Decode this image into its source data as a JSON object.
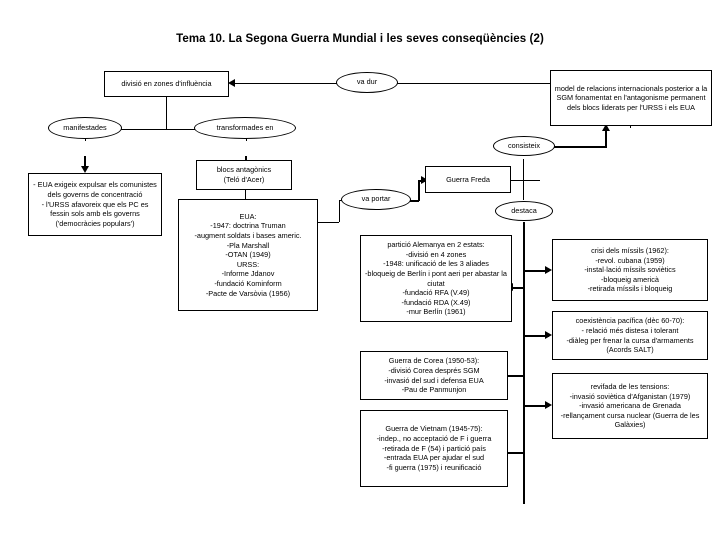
{
  "page": {
    "title": "Tema 10. La Segona Guerra Mundial i les seves conseqüències (2)",
    "background_color": "#ffffff",
    "line_color": "#000000"
  },
  "nodes": {
    "divisio_influencia": "divisió en zones d'influència",
    "manifestades": "manifestades",
    "transformades_en": "transformades en",
    "manifestacions_box": "- EUA exigeix expulsar els comunistes dels governs de concentració\n- l'URSS afavoreix que els PC es fessin sols amb els governs ('democràcies populars')",
    "blocs_antagonics": "blocs antagònics\n(Teló d'Acer)",
    "eua_urss_box": "EUA:\n-1947: doctrina Truman\n-augment soldats i bases americ.\n-Pla Marshall\n-OTAN (1949)\nURSS:\n-Informe Jdanov\n-fundació Kominform\n-Pacte de Varsòvia (1956)",
    "va_dur": "va dur",
    "va_portar": "va portar",
    "guerra_freda": "Guerra Freda",
    "consisteix": "consisteix",
    "destaca": "destaca",
    "model_relacions": "model de relacions internacionals posterior a la SGM fonamentat en l'antagonisme permanent dels blocs liderats per l'URSS i els EUA",
    "particio_alemanya": "partició Alemanya en 2 estats:\n-divisió en 4 zones\n-1948: unificació de les 3 aliades\n-bloqueig de Berlín i pont aeri per abastar la ciutat\n-fundació RFA (V.49)\n-fundació RDA (X.49)\n-mur Berlín (1961)",
    "guerra_corea": "Guerra de Corea (1950-53):\n-divisió Corea després SGM\n-invasió del sud i defensa EUA\n-Pau de Panmunjon",
    "guerra_vietnam": "Guerra de Vietnam (1945-75):\n-indep., no acceptació de F i guerra\n-retirada de F (54) i partició país\n-entrada EUA per ajudar el sud\n-fi guerra (1975) i reunificació",
    "crisi_missils": "crisi dels míssils (1962):\n-revol. cubana (1959)\n-instal·lació míssils soviètics\n-bloqueig americà\n-retirada míssils i bloqueig",
    "coexistencia_pacifica": "coexistència pacífica (dèc 60-70):\n- relació més distesa i tolerant\n-diàleg per frenar la cursa d'armaments (Acords SALT)",
    "revifada_tensions": "revifada de les tensions:\n-invasió soviètica d'Afganistan (1979)\n-invasió americana de Grenada\n-rellançament cursa nuclear (Guerra de les Galàxies)"
  }
}
